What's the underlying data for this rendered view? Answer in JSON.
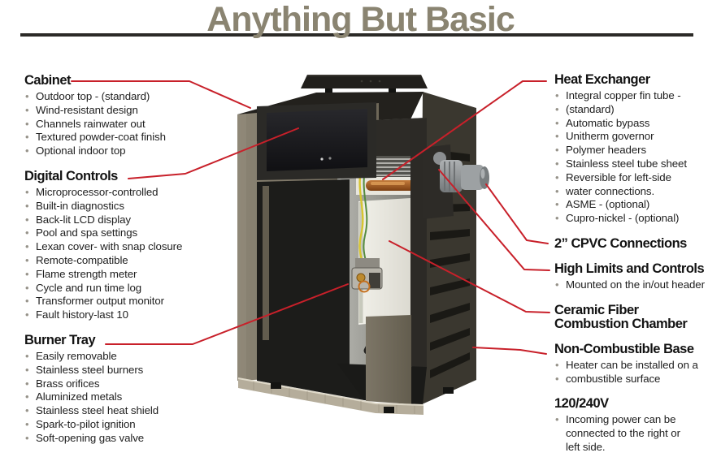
{
  "title": "Anything But Basic",
  "colors": {
    "accent_red": "#c8202a",
    "title_gray": "#8a8471",
    "rule_dark": "#2b2a27",
    "heading_text": "#131313",
    "body_text": "#1e1e1e",
    "bullet_gray": "#97938a",
    "cabinet_olive": "#7d7666"
  },
  "illustration": {
    "name": "pool-heater-cutaway",
    "description": "Cutaway photo of a gas pool heater showing cabinet, LCD control display, copper heat exchanger, white combustion chamber, gas valve, louvered side panel and gray CPVC pipe connections"
  },
  "left_sections": [
    {
      "id": "cabinet",
      "heading": "Cabinet",
      "items": [
        "Outdoor top - (standard)",
        "Wind-resistant design",
        "Channels rainwater out",
        "Textured powder-coat finish",
        "Optional indoor top"
      ]
    },
    {
      "id": "digital-controls",
      "heading": "Digital Controls",
      "items": [
        "Microprocessor-controlled",
        "Built-in diagnostics",
        "Back-lit LCD display",
        "Pool and spa settings",
        "Lexan cover- with snap closure",
        "Remote-compatible",
        "Flame strength meter",
        "Cycle and run time log",
        "Transformer output monitor",
        "Fault history-last 10"
      ]
    },
    {
      "id": "burner-tray",
      "heading": "Burner Tray",
      "items": [
        "Easily removable",
        "Stainless steel burners",
        "Brass orifices",
        "Aluminized metals",
        "Stainless steel heat shield",
        "Spark-to-pilot ignition",
        "Soft-opening gas valve"
      ]
    }
  ],
  "right_sections": [
    {
      "id": "heat-exchanger",
      "heading": "Heat Exchanger",
      "items": [
        "Integral copper fin tube -",
        "(standard)",
        "Automatic bypass",
        "Unitherm governor",
        "Polymer headers",
        "Stainless steel tube sheet",
        "Reversible for left-side",
        "water connections.",
        "ASME - (optional)",
        "Cupro-nickel - (optional)"
      ]
    },
    {
      "id": "cpvc-connections",
      "heading": "2” CPVC Connections",
      "items": []
    },
    {
      "id": "high-limits",
      "heading": "High Limits and Controls",
      "items": [
        "Mounted on the in/out header"
      ]
    },
    {
      "id": "ceramic-fiber",
      "heading": "Ceramic Fiber\nCombustion Chamber",
      "items": []
    },
    {
      "id": "non-combustible-base",
      "heading": "Non-Combustible Base",
      "items": [
        "Heater can be installed on a",
        "combustible surface"
      ]
    },
    {
      "id": "power",
      "heading": "120/240V",
      "items": [
        "Incoming power can be connected to the right or left side."
      ],
      "items_wrap": true
    }
  ]
}
